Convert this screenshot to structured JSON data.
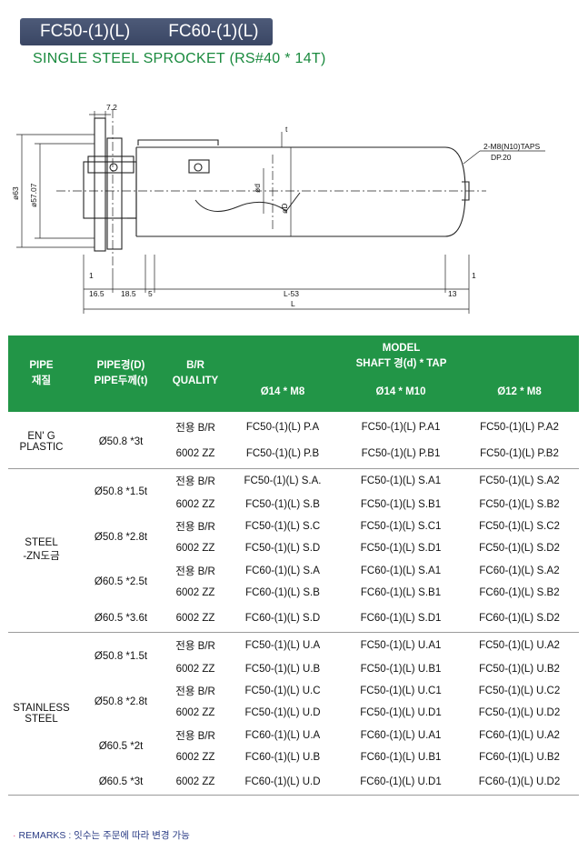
{
  "header": {
    "model_a": "FC50-(1)(L)",
    "model_b": "FC60-(1)(L)",
    "subtitle": "SINGLE STEEL SPROCKET (RS#40 * 14T)"
  },
  "drawing": {
    "dim_top": "7.2",
    "dim_t": "t",
    "dim_d_small": "ød",
    "dim_d_big": "øD",
    "dim_63": "ø63",
    "dim_5707": "ø57.07",
    "note_line1": "2-M8(N10)TAPS",
    "note_line2": "DP.20",
    "dim_1_left": "1",
    "dim_165": "16.5",
    "dim_185": "18.5",
    "dim_5": "5",
    "dim_l53": "L-53",
    "dim_13": "13",
    "dim_1_right": "1",
    "dim_l": "L"
  },
  "table": {
    "head": {
      "pipe_l1": "PIPE",
      "pipe_l2": "재질",
      "dia_l1": "PIPE경(D)",
      "dia_l2": "PIPE두께(t)",
      "br_l1": "B/R",
      "br_l2": "QUALITY",
      "model_l1": "MODEL",
      "model_l2": "SHAFT 경(d) * TAP",
      "col1": "Ø14 * M8",
      "col2": "Ø14 * M10",
      "col3": "Ø12 * M8"
    },
    "eng": {
      "material_l1": "EN' G",
      "material_l2": "PLASTIC",
      "size": "Ø50.8 *3t",
      "r0": {
        "br": "전용 B/R",
        "c1": "FC50-(1)(L) P.A",
        "c2": "FC50-(1)(L) P.A1",
        "c3": "FC50-(1)(L) P.A2"
      },
      "r1": {
        "br": "6002 ZZ",
        "c1": "FC50-(1)(L) P.B",
        "c2": "FC50-(1)(L) P.B1",
        "c3": "FC50-(1)(L) P.B2"
      }
    },
    "steel": {
      "material_l1": "STEEL",
      "material_l2": "-ZN도금",
      "s0": "Ø50.8 *1.5t",
      "s1": "Ø50.8 *2.8t",
      "s2": "Ø60.5 *2.5t",
      "s3": "Ø60.5 *3.6t",
      "r0": {
        "br": "전용 B/R",
        "c1": "FC50-(1)(L) S.A.",
        "c2": "FC50-(1)(L) S.A1",
        "c3": "FC50-(1)(L) S.A2"
      },
      "r1": {
        "br": "6002 ZZ",
        "c1": "FC50-(1)(L) S.B",
        "c2": "FC50-(1)(L) S.B1",
        "c3": "FC50-(1)(L) S.B2"
      },
      "r2": {
        "br": "전용 B/R",
        "c1": "FC50-(1)(L) S.C",
        "c2": "FC50-(1)(L) S.C1",
        "c3": "FC50-(1)(L) S.C2"
      },
      "r3": {
        "br": "6002 ZZ",
        "c1": "FC50-(1)(L) S.D",
        "c2": "FC50-(1)(L) S.D1",
        "c3": "FC50-(1)(L) S.D2"
      },
      "r4": {
        "br": "전용 B/R",
        "c1": "FC60-(1)(L) S.A",
        "c2": "FC60-(1)(L) S.A1",
        "c3": "FC60-(1)(L) S.A2"
      },
      "r5": {
        "br": "6002 ZZ",
        "c1": "FC60-(1)(L) S.B",
        "c2": "FC60-(1)(L) S.B1",
        "c3": "FC60-(1)(L) S.B2"
      },
      "r6": {
        "br": "6002 ZZ",
        "c1": "FC60-(1)(L) S.D",
        "c2": "FC60-(1)(L) S.D1",
        "c3": "FC60-(1)(L) S.D2"
      }
    },
    "stainless": {
      "material_l1": "STAINLESS",
      "material_l2": "STEEL",
      "s0": "Ø50.8 *1.5t",
      "s1": "Ø50.8 *2.8t",
      "s2": "Ø60.5 *2t",
      "s3": "Ø60.5 *3t",
      "r0": {
        "br": "전용 B/R",
        "c1": "FC50-(1)(L) U.A",
        "c2": "FC50-(1)(L) U.A1",
        "c3": "FC50-(1)(L) U.A2"
      },
      "r1": {
        "br": "6002 ZZ",
        "c1": "FC50-(1)(L) U.B",
        "c2": "FC50-(1)(L) U.B1",
        "c3": "FC50-(1)(L) U.B2"
      },
      "r2": {
        "br": "전용 B/R",
        "c1": "FC50-(1)(L) U.C",
        "c2": "FC50-(1)(L) U.C1",
        "c3": "FC50-(1)(L) U.C2"
      },
      "r3": {
        "br": "6002 ZZ",
        "c1": "FC50-(1)(L) U.D",
        "c2": "FC50-(1)(L) U.D1",
        "c3": "FC50-(1)(L) U.D2"
      },
      "r4": {
        "br": "전용 B/R",
        "c1": "FC60-(1)(L) U.A",
        "c2": "FC60-(1)(L) U.A1",
        "c3": "FC60-(1)(L) U.A2"
      },
      "r5": {
        "br": "6002 ZZ",
        "c1": "FC60-(1)(L) U.B",
        "c2": "FC60-(1)(L) U.B1",
        "c3": "FC60-(1)(L) U.B2"
      },
      "r6": {
        "br": "6002 ZZ",
        "c1": "FC60-(1)(L) U.D",
        "c2": "FC60-(1)(L) U.D1",
        "c3": "FC60-(1)(L) U.D2"
      }
    }
  },
  "remarks": "REMARKS : 잇수는 주문에 따라 변경 가능",
  "colors": {
    "header_green": "#229547",
    "title_navy": "#3a4664",
    "subtitle_green": "#1a8a3e",
    "remarks_blue": "#2b3d86"
  }
}
